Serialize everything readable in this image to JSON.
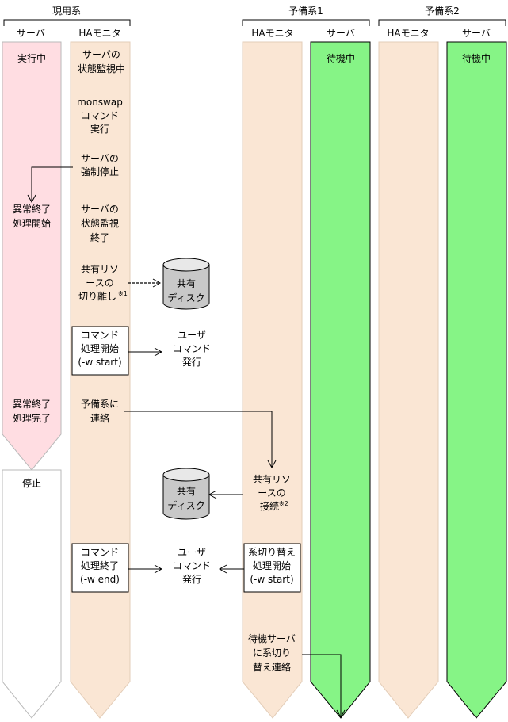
{
  "headers": {
    "active": "現用系",
    "standby1": "予備系1",
    "standby2": "予備系2"
  },
  "columns": {
    "server": "サーバ",
    "ha_monitor": "HAモニタ"
  },
  "active_server": {
    "running": "実行中",
    "abort_start": [
      "異常終了",
      "処理開始"
    ],
    "abort_done": [
      "異常終了",
      "処理完了"
    ],
    "stopped": "停止"
  },
  "active_ha": {
    "monitoring": [
      "サーバの",
      "状態監視中"
    ],
    "monswap": [
      "monswap",
      "コマンド",
      "実行"
    ],
    "force_stop": [
      "サーバの",
      "強制停止"
    ],
    "monitor_end": [
      "サーバの",
      "状態監視",
      "終了"
    ],
    "detach": [
      "共有リソ",
      "ースの",
      "切り離し"
    ],
    "detach_note": "※1",
    "cmd_start": [
      "コマンド",
      "処理開始",
      "(-w start)"
    ],
    "notify": [
      "予備系に",
      "連絡"
    ],
    "cmd_end": [
      "コマンド",
      "処理終了",
      "(-w end)"
    ]
  },
  "disk_label": [
    "共有",
    "ディスク"
  ],
  "user_command": [
    "ユーザ",
    "コマンド",
    "発行"
  ],
  "standby1_ha": {
    "connect": [
      "共有リソ",
      "ースの",
      "接続"
    ],
    "connect_note": "※2",
    "switch_start": [
      "系切り替え",
      "処理開始",
      "(-w start)"
    ],
    "notify_switch": [
      "待機サーバ",
      "に系切り",
      "替え連絡"
    ]
  },
  "standby_server": {
    "waiting": "待機中"
  },
  "colors": {
    "error_lane": "#ffdde2",
    "ha_lane": "#fae6d4",
    "standby_lane": "#86f486",
    "lane_border": "#b9b9b9",
    "disk_fill": "#c8c8c8"
  }
}
